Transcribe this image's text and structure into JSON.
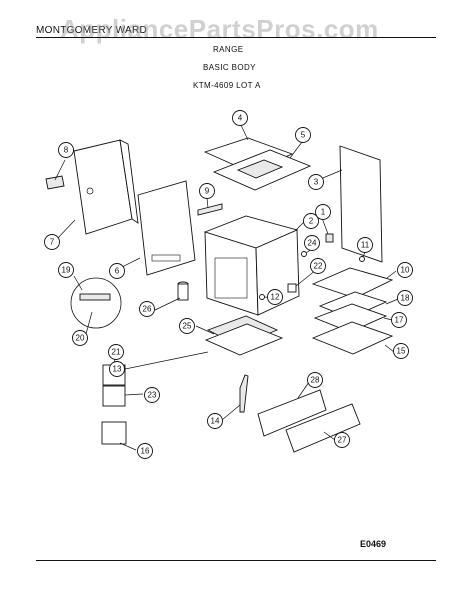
{
  "header": {
    "brand": "MONTGOMERY WARD",
    "watermark": "AppliancePartsPros.com",
    "product": "RANGE",
    "section": "BASIC BODY",
    "model": "KTM-4609 LOT A"
  },
  "callouts": {
    "1": "1",
    "2": "2",
    "3": "3",
    "4": "4",
    "5": "5",
    "6": "6",
    "7": "7",
    "8": "8",
    "9": "9",
    "10": "10",
    "11": "11",
    "12": "12",
    "13": "13",
    "14": "14",
    "15": "15",
    "16": "16",
    "17": "17",
    "18": "18",
    "19": "19",
    "20": "20",
    "21": "21",
    "22": "22",
    "23": "23",
    "24": "24",
    "25": "25",
    "26": "26",
    "27": "27",
    "28": "28"
  },
  "footer": {
    "code": "E0469"
  }
}
